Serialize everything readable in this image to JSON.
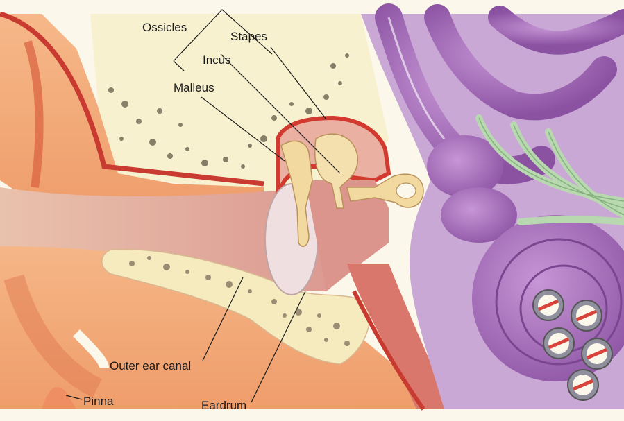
{
  "labels": {
    "ossicles": "Ossicles",
    "stapes": "Stapes",
    "incus": "Incus",
    "malleus": "Malleus",
    "outer_ear_canal": "Outer ear canal",
    "pinna": "Pinna",
    "eardrum": "Eardrum"
  },
  "colors": {
    "skin": "#f2a877",
    "skin_light": "#f8c9a0",
    "tissue_red": "#d7423a",
    "canal_pink": "#e8b0a4",
    "bone": "#f6ebbf",
    "ossicle": "#f2d99f",
    "cochlea_purple": "#a268b6",
    "cochlea_dark": "#7a4690",
    "nerve_green": "#b8d9b0",
    "background": "#fbf7ea"
  }
}
